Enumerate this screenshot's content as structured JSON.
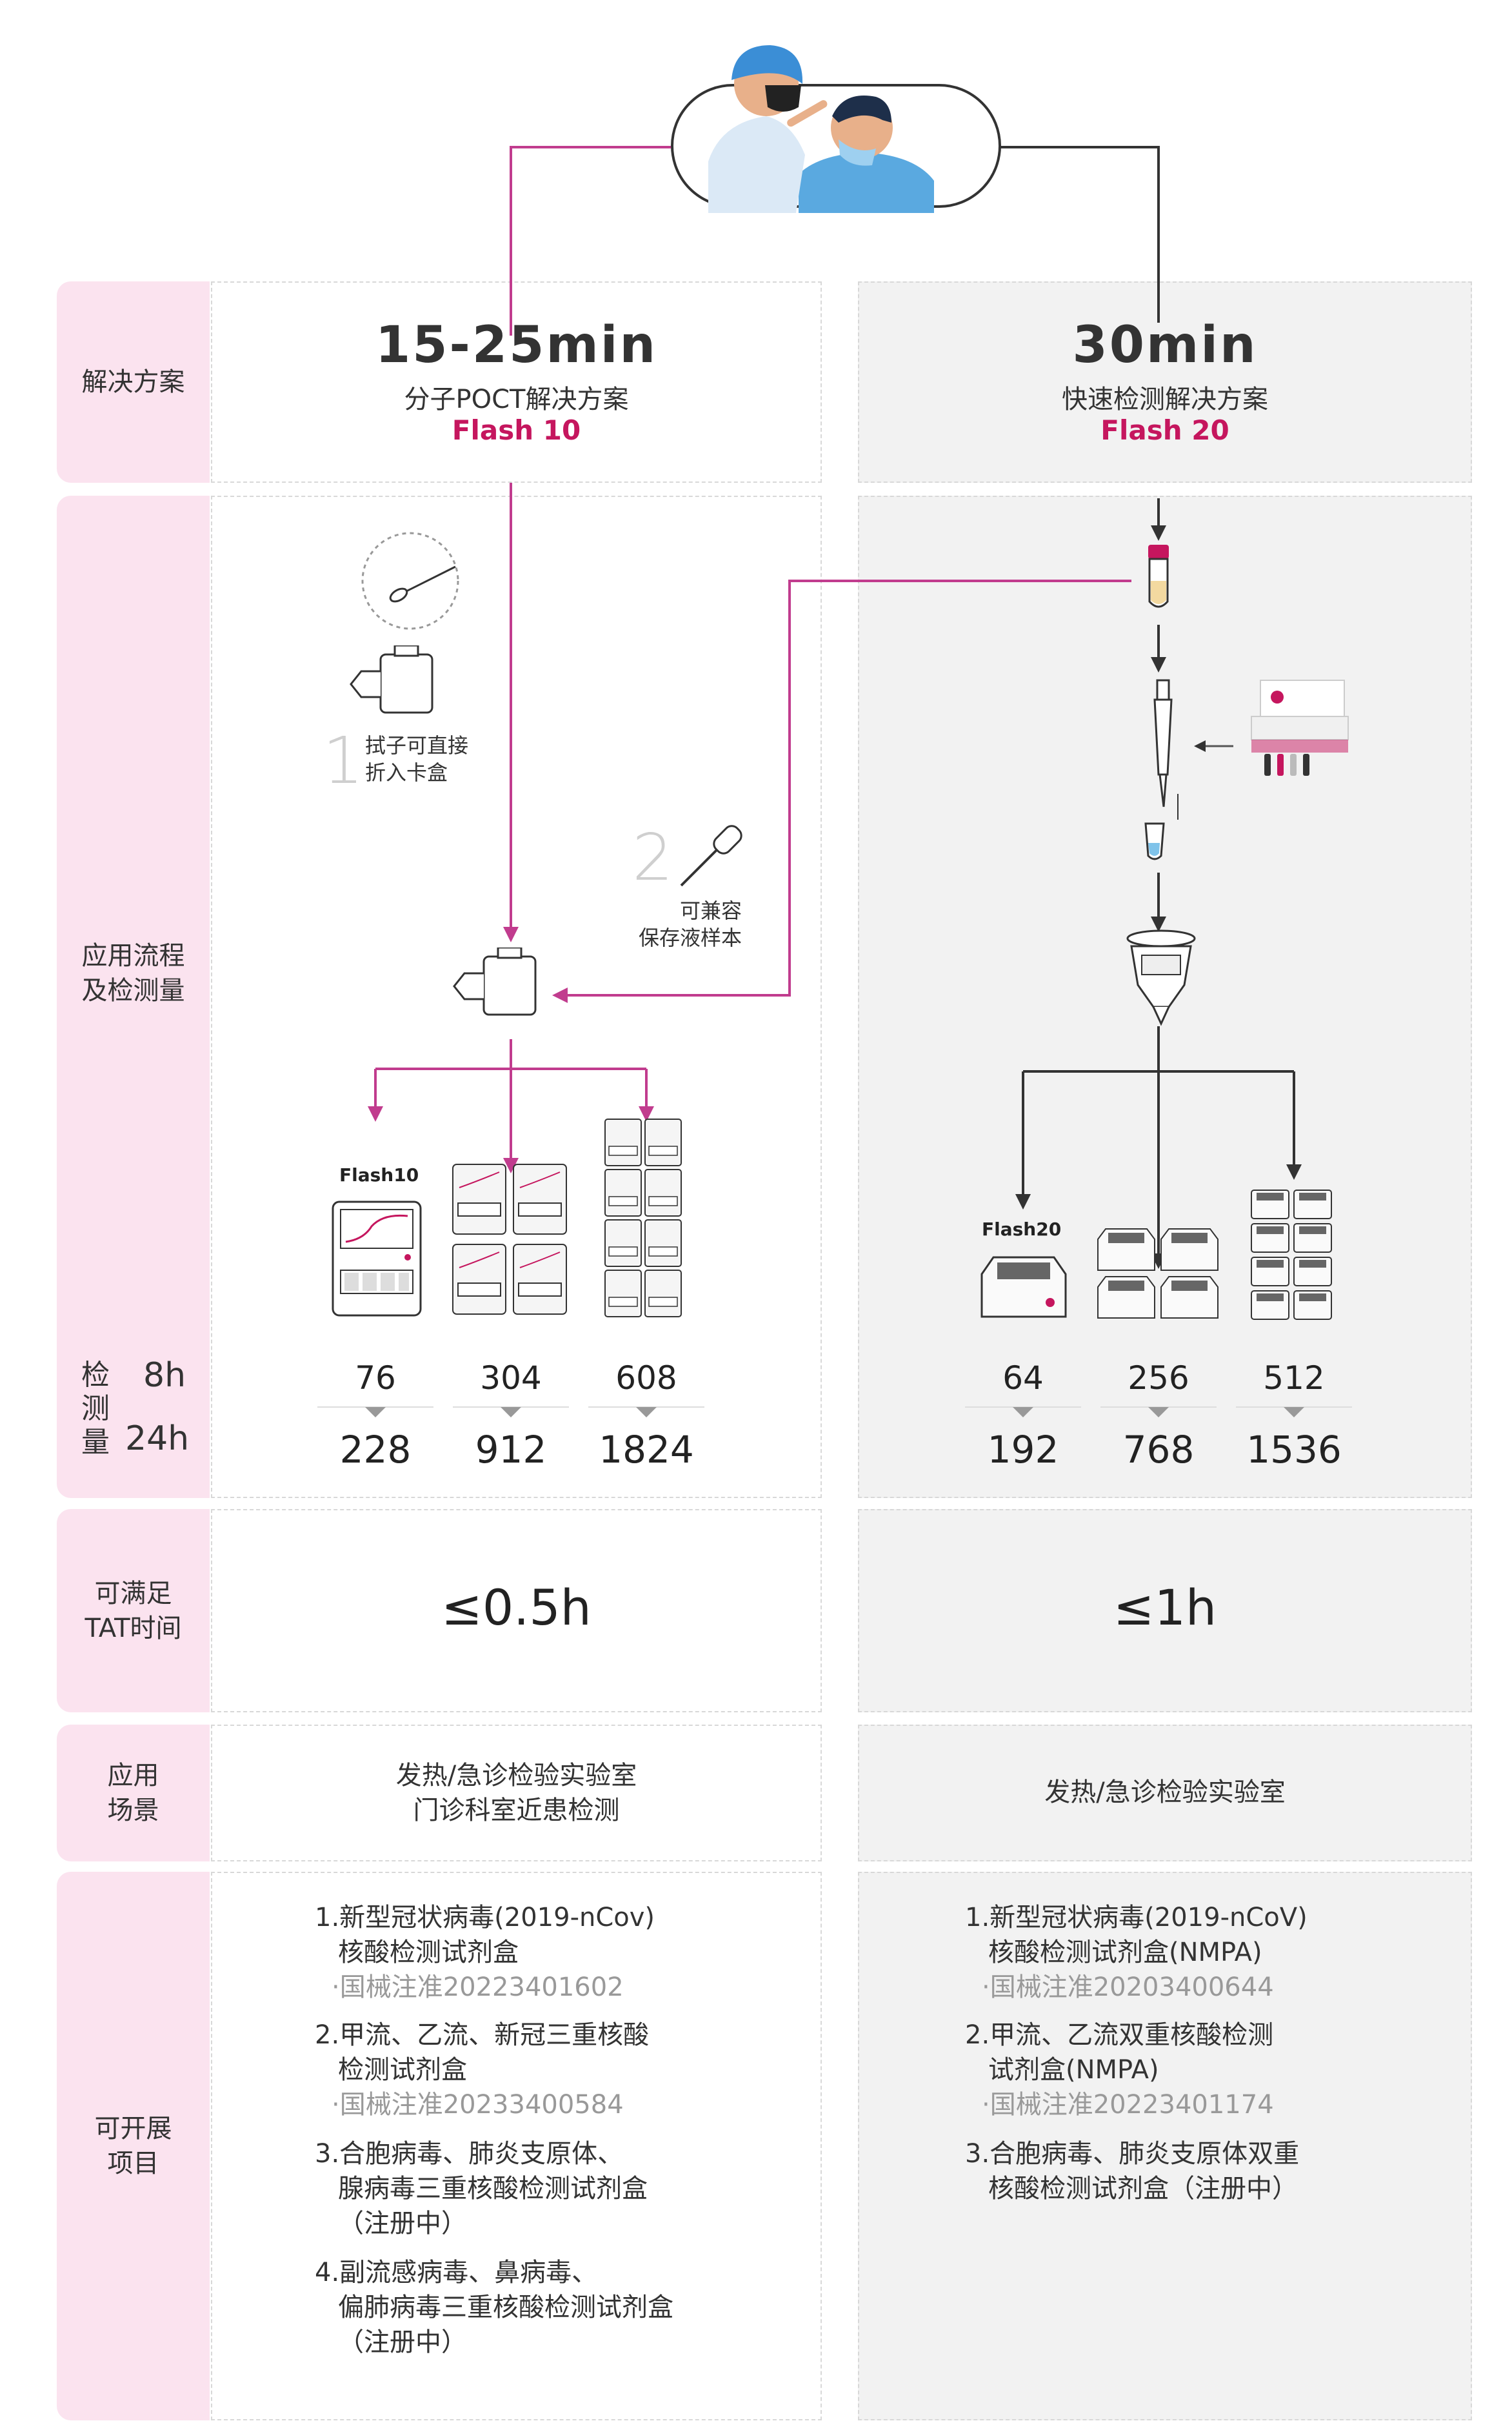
{
  "labels": {
    "solution": "解决方案",
    "process_l1": "应用流程",
    "process_l2": "及检测量",
    "det_c1": "检",
    "det_c2": "测",
    "det_c3": "量",
    "det_8h": "8h",
    "det_24h": "24h",
    "tat_l1": "可满足",
    "tat_l2": "TAT时间",
    "scene_l1": "应用",
    "scene_l2": "场景",
    "proj_l1": "可开展",
    "proj_l2": "项目"
  },
  "left": {
    "time": "15-25min",
    "solution": "分子POCT解决方案",
    "product": "Flash 10",
    "step1_num": "1",
    "step1_l1": "拭子可直接",
    "step1_l2": "折入卡盒",
    "step2_num": "2",
    "step2_l1": "可兼容",
    "step2_l2": "保存液样本",
    "device_label": "Flash10",
    "counts_8h": [
      "76",
      "304",
      "608"
    ],
    "counts_24h": [
      "228",
      "912",
      "1824"
    ],
    "tat": "≤0.5h",
    "scene_l1": "发热/急诊检验实验室",
    "scene_l2": "门诊科室近患检测",
    "projects": [
      [
        "1.新型冠状病毒(2019-nCov)",
        "核酸检测试剂盒",
        "·国械注准20223401602"
      ],
      [
        "2.甲流、乙流、新冠三重核酸",
        "检测试剂盒",
        "·国械注准20233400584"
      ],
      [
        "3.合胞病毒、肺炎支原体、",
        "腺病毒三重核酸检测试剂盒",
        "（注册中）"
      ],
      [
        "4.副流感病毒、鼻病毒、",
        "偏肺病毒三重核酸检测试剂盒",
        "（注册中）"
      ]
    ]
  },
  "right": {
    "time": "30min",
    "solution": "快速检测解决方案",
    "product": "Flash 20",
    "device_label": "Flash20",
    "counts_8h": [
      "64",
      "256",
      "512"
    ],
    "counts_24h": [
      "192",
      "768",
      "1536"
    ],
    "tat": "≤1h",
    "scene": "发热/急诊检验实验室",
    "projects": [
      [
        "1.新型冠状病毒(2019-nCoV)",
        "核酸检测试剂盒(NMPA)",
        "·国械注准20203400644"
      ],
      [
        "2.甲流、乙流双重核酸检测",
        "试剂盒(NMPA)",
        "·国械注准20223401174"
      ],
      [
        "3.合胞病毒、肺炎支原体双重",
        "核酸检测试剂盒（注册中）"
      ]
    ]
  },
  "colors": {
    "accent": "#c5165e",
    "flow_left": "#c13c8e",
    "flow_right": "#333333",
    "label_bg": "#fbe3ef",
    "right_panel_bg": "#f2f2f2"
  }
}
